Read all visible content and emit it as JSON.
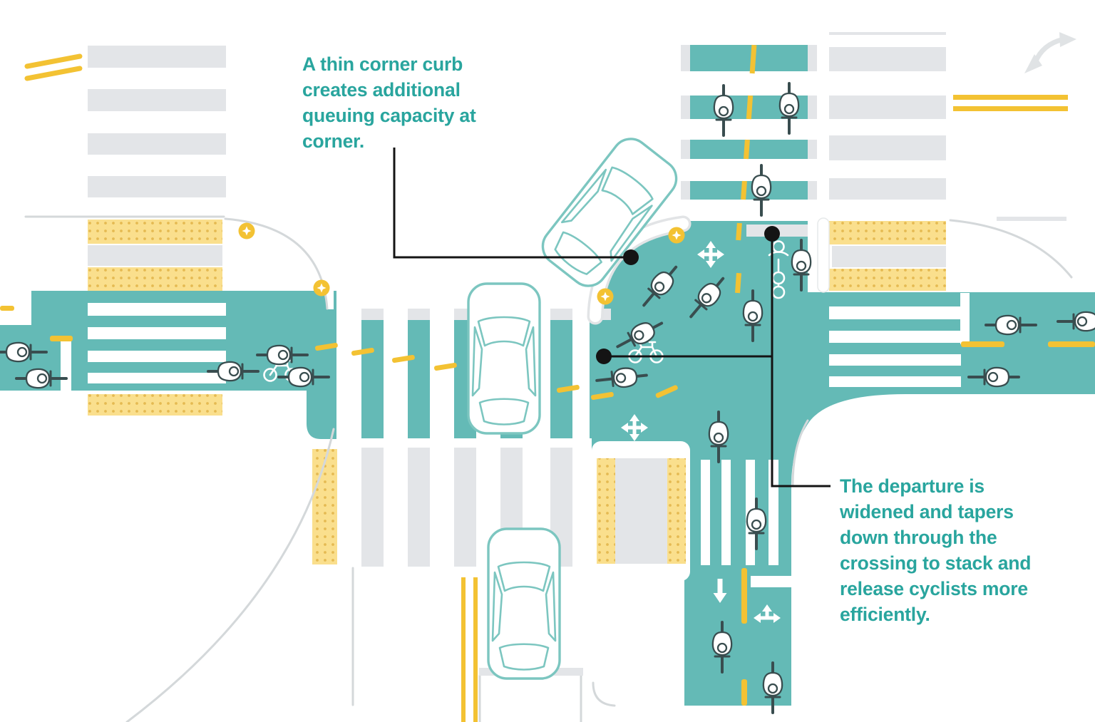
{
  "figure": {
    "type": "protected-intersection-diagram",
    "description": "Top-down illustration of a protected bicycle intersection with teal cycle tracks, zebra crosswalks, tactile paving strips, corner safety islands, cars and queued cyclists"
  },
  "annotations": {
    "corner_curb": {
      "text": "A thin corner curb creates additional queuing capacity at corner."
    },
    "departure": {
      "text": "The departure is widened and tapers down through the crossing to stack and release cyclists more efficiently."
    }
  },
  "icons": {
    "star_medallion": "yellow circle with white four-point star (island bollard marker)",
    "four_way_arrow": "white crossed arrows pavement marking",
    "three_way_arrow": "white up/left/right arrow pavement marking",
    "down_arrow": "white downward arrow pavement marking",
    "bike_marking": "white painted bicycle symbol",
    "rider_marking": "white painted cyclist symbol",
    "turn_arrow": "light grey curved turn arrow",
    "callout_dot": "black callout anchor dot"
  },
  "colors": {
    "teal_road": "#64bab6",
    "teal_text": "#29a59e",
    "teal_outline": "#7cc6c0",
    "yellow": "#f3c233",
    "tactile": "#fadf8d",
    "tactile_dot": "#e5ba52",
    "grey_stripe": "#e3e5e8",
    "grey_curb": "#d4d8da",
    "grey_arrow": "#e0e3e5",
    "ink": "#394d4f",
    "callout": "#141414"
  }
}
